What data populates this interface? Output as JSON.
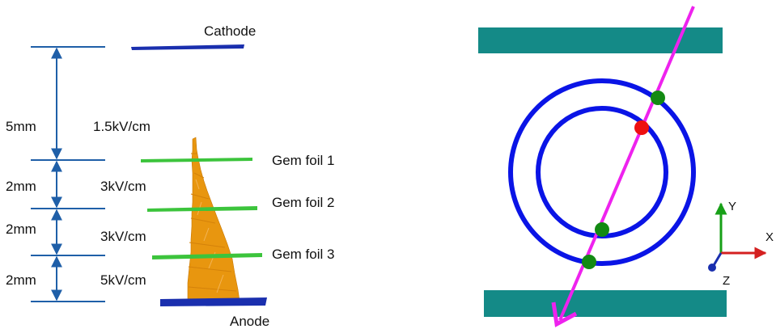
{
  "left_panel": {
    "cathode_label": "Cathode",
    "anode_label": "Anode",
    "foils": [
      {
        "label": "Gem foil 1"
      },
      {
        "label": "Gem foil 2"
      },
      {
        "label": "Gem foil 3"
      }
    ],
    "gaps": [
      {
        "distance": "5mm",
        "field": "1.5kV/cm"
      },
      {
        "distance": "2mm",
        "field": "3kV/cm"
      },
      {
        "distance": "2mm",
        "field": "3kV/cm"
      },
      {
        "distance": "2mm",
        "field": "5kV/cm"
      }
    ]
  },
  "right_panel": {
    "axis_labels": {
      "y": "Y",
      "x": "X",
      "z": "Z"
    }
  },
  "colors": {
    "dimension_lines": "#1f5fa8",
    "cathode_anode": "#1a2fae",
    "gem_foil": "#3cc43c",
    "avalanche": "#e8960f",
    "plates": "#148a87",
    "circles": "#0a14e6",
    "track": "#ee22ee",
    "hit_green": "#138a13",
    "hit_red": "#ee1010"
  }
}
